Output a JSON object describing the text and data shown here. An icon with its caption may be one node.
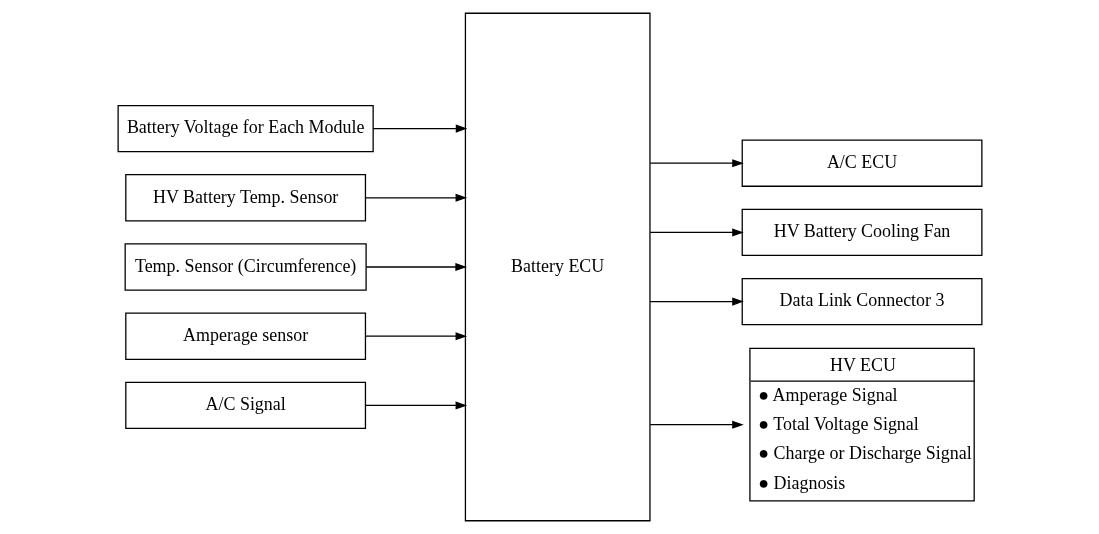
{
  "diagram": {
    "nodes": [
      {
        "text": [
          "Battery Voltage for Each Module"
        ]
      },
      {
        "text": [
          "HV Battery Temp. Sensor"
        ]
      },
      {
        "text": [
          "Temp. Sensor (Circumference)"
        ]
      },
      {
        "text": [
          "Amperage sensor"
        ]
      },
      {
        "text": [
          "A/C Signal"
        ]
      },
      {
        "text": [
          "Battery ECU"
        ]
      },
      {
        "text": [
          "A/C ECU"
        ]
      },
      {
        "text": [
          "HV Battery Cooling Fan"
        ]
      },
      {
        "text": [
          "Data Link Connector 3"
        ]
      },
      {
        "text": [
          "HV ECU",
          "● Amperage Signal",
          "● Total Voltage Signal",
          "● Charge or Discharge Signal",
          "● Diagnosis"
        ]
      }
    ],
    "edges": [
      {
        "from": 0,
        "to": 5,
        "arrow": "to"
      },
      {
        "from": 1,
        "to": 5,
        "arrow": "to"
      },
      {
        "from": 2,
        "to": 5,
        "arrow": "to"
      },
      {
        "from": 3,
        "to": 5,
        "arrow": "to"
      },
      {
        "from": 4,
        "to": 5,
        "arrow": "to"
      },
      {
        "from": 5,
        "to": 6,
        "arrow": "to"
      },
      {
        "from": 5,
        "to": 7,
        "arrow": "to"
      },
      {
        "from": 5,
        "to": 8,
        "arrow": "to"
      },
      {
        "from": 5,
        "to": 9,
        "arrow": "to"
      }
    ]
  }
}
